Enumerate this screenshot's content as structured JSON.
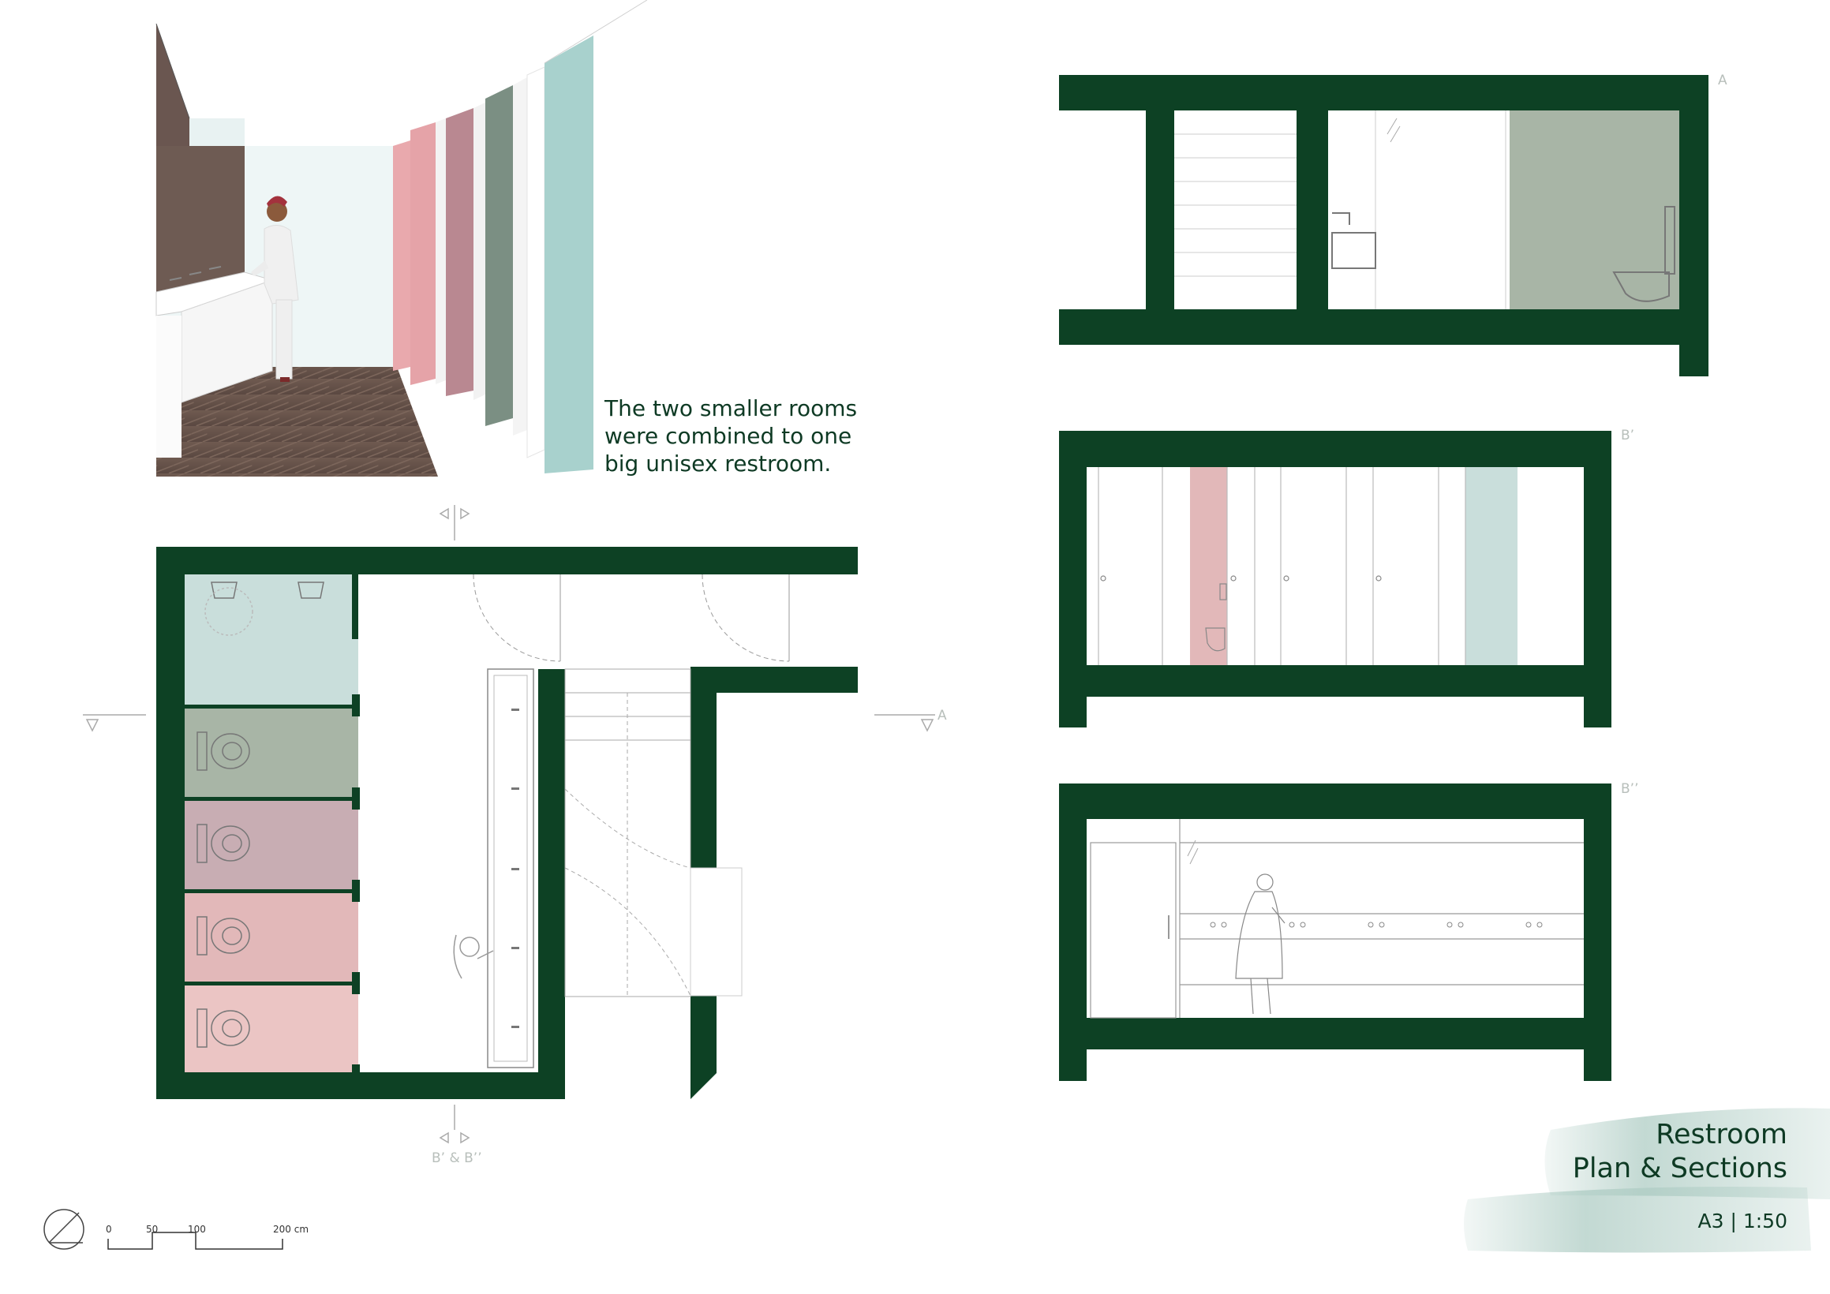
{
  "caption": {
    "line1": "The two smaller rooms",
    "line2": "were combined to one",
    "line3": "big unisex restroom."
  },
  "section_labels": {
    "a": "A",
    "b1": "B’",
    "b2": "B’’",
    "plan_a": "A",
    "plan_b": "B’ & B’’"
  },
  "title_block": {
    "line1": "Restroom",
    "line2": "Plan & Sections",
    "sheet": "A3 | 1:50"
  },
  "scale_bar": {
    "ticks": [
      "0",
      "50",
      "100",
      "200 cm"
    ]
  },
  "colors": {
    "wall": "#0d4124",
    "cubicle_teal": "#c9dedb",
    "cubicle_sage": "#a8b5a6",
    "cubicle_mauve": "#c8adb3",
    "cubicle_pink": "#e2b8b9",
    "cubicle_blush": "#ebc5c4",
    "text_green": "#0e3a24"
  }
}
